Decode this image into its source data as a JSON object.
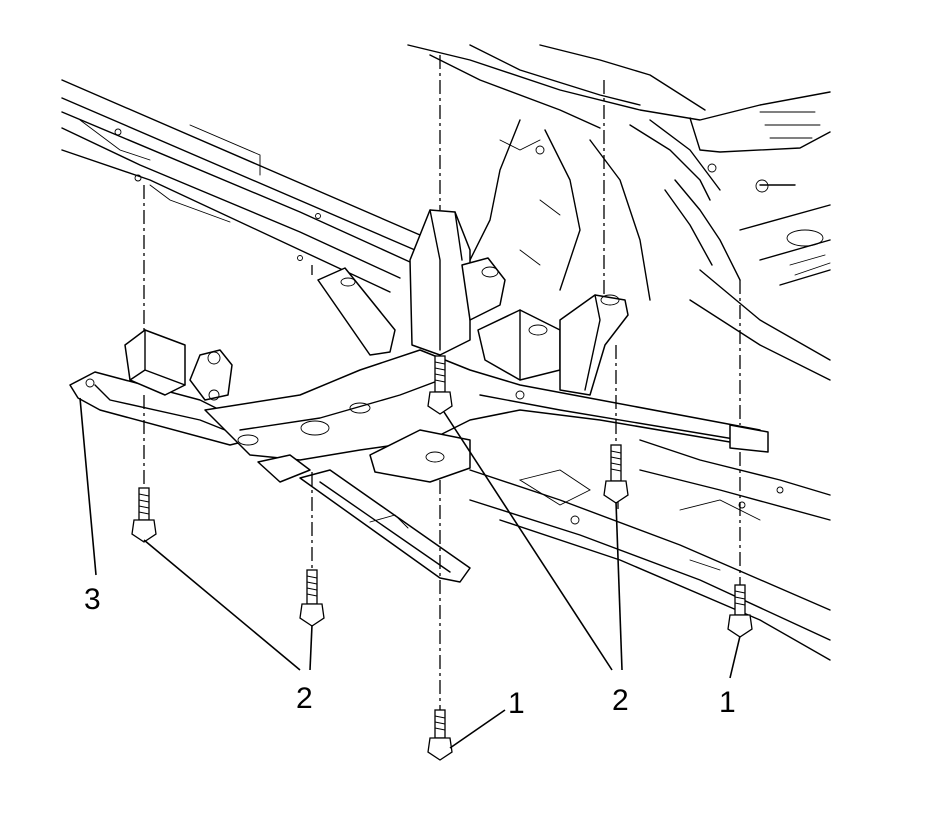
{
  "callouts": {
    "c3": "3",
    "c2_left": "2",
    "c1_center": "1",
    "c2_right": "2",
    "c1_right": "1"
  }
}
